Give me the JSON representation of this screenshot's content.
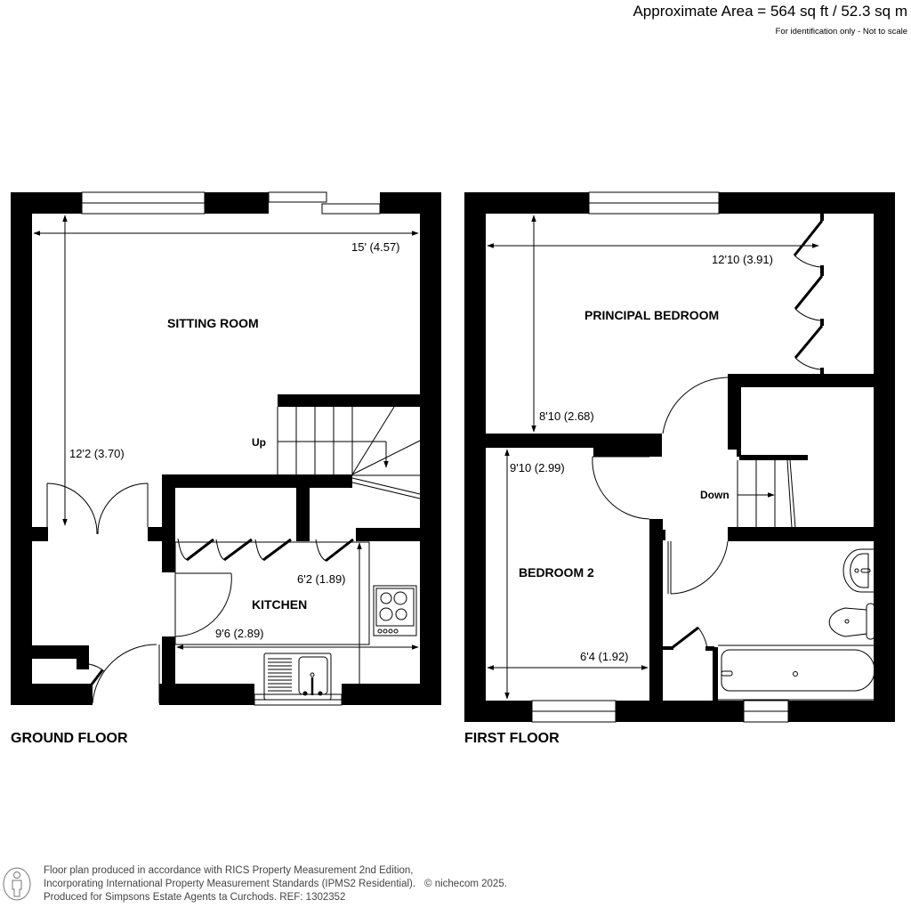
{
  "header": {
    "area_title": "Approximate Area = 564 sq ft / 52.3 sq m",
    "area_note": "For identification only - Not to scale"
  },
  "ground_floor": {
    "label": "GROUND FLOOR",
    "stairs_label": "Up",
    "rooms": {
      "sitting_room": {
        "name": "SITTING ROOM",
        "width_dim": "15' (4.57)",
        "length_dim": "12'2 (3.70)"
      },
      "kitchen": {
        "name": "KITCHEN",
        "width_dim": "9'6 (2.89)",
        "length_dim": "6'2 (1.89)"
      }
    }
  },
  "first_floor": {
    "label": "FIRST FLOOR",
    "stairs_label": "Down",
    "rooms": {
      "principal_bedroom": {
        "name": "PRINCIPAL BEDROOM",
        "width_dim": "12'10 (3.91)",
        "length_dim": "8'10 (2.68)"
      },
      "bedroom_2": {
        "name": "BEDROOM 2",
        "width_dim": "6'4 (1.92)",
        "length_dim": "9'10 (2.99)"
      }
    }
  },
  "footer": {
    "line1": "Floor plan produced in accordance with RICS Property Measurement 2nd Edition,",
    "line2": "Incorporating International Property Measurement Standards (IPMS2 Residential).",
    "copyright": "© nichecom 2025.",
    "line3": "Produced for Simpsons Estate Agents ta Curchods.   REF: 1302352",
    "icon": "person-icon"
  },
  "colors": {
    "wall": "#000000",
    "background": "#ffffff",
    "footer_text": "#444444"
  }
}
